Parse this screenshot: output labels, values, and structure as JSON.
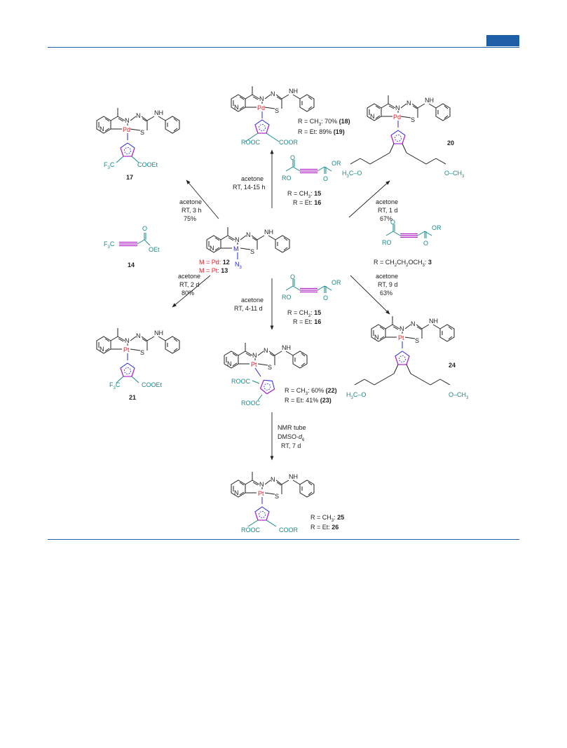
{
  "colors": {
    "accent_blue": "#1f5fa8",
    "metal_red": "#e0202a",
    "azide_blue": "#2a2ad0",
    "ester_teal": "#1a8a8a",
    "alkyne_purple": "#b028c8"
  },
  "atoms": {
    "N": "N",
    "S": "S",
    "NH": "H",
    "N3": "N",
    "N3_sub": "3",
    "Pd": "Pd",
    "Pt": "Pt",
    "M": "M"
  },
  "center": {
    "m_pd": "M = Pd: ",
    "m_pd_num": "12",
    "m_pt": "M = Pt: ",
    "m_pt_num": "13"
  },
  "top_product": {
    "r1": "R = CH",
    "r1_sub": "3",
    "r1_tail": ": 70% ",
    "r1_num": "(18)",
    "r2": "R = Et: 89% ",
    "r2_num": "(19)",
    "ester_left": "ROOC",
    "ester_right": "COOR"
  },
  "cpd17": {
    "num": "17",
    "cf3": "F",
    "cf3_sub": "3",
    "cf3_tail": "C",
    "ester": "COOEt"
  },
  "cpd20": {
    "num": "20",
    "ome_left": "H",
    "ome_left_sub": "3",
    "ome_left_tail": "C–O",
    "ome_right": "O–CH",
    "ome_right_sub": "3",
    "o": "O"
  },
  "cpd21": {
    "num": "21",
    "cf3": "F",
    "cf3_sub": "3",
    "cf3_tail": "C",
    "ester": "COOEt"
  },
  "cpd24": {
    "num": "24",
    "ome_left": "H",
    "ome_left_sub": "3",
    "ome_left_tail": "C–O",
    "ome_right": "O–CH",
    "ome_right_sub": "3",
    "o": "O"
  },
  "cpd22": {
    "r1": "R = CH",
    "r1_sub": "3",
    "r1_tail": ": 60% ",
    "r1_num": "(22)",
    "r2": "R = Et: 41% ",
    "r2_num": "(23)",
    "ester_top": "ROOC",
    "ester_bottom": "ROOC"
  },
  "cpd25": {
    "r1": "R = CH",
    "r1_sub": "3",
    "r1_tail": ": ",
    "r1_num": "25",
    "r2": "R = Et: ",
    "r2_num": "26",
    "ester_left": "ROOC",
    "ester_right": "COOR"
  },
  "reagent14": {
    "f3c": "F",
    "f3c_sub": "3",
    "f3c_tail": "C",
    "oet": "OEt",
    "o": "O",
    "num": "14"
  },
  "reagent15_top": {
    "ro": "RO",
    "or": "OR",
    "o": "O",
    "r1": "R = CH",
    "r1_sub": "3",
    "r1_tail": ": ",
    "r1_num": "15",
    "r2": "R = Et: ",
    "r2_num": "16"
  },
  "reagent15_bottom": {
    "ro": "RO",
    "or": "OR",
    "o": "O",
    "r1": "R = CH",
    "r1_sub": "3",
    "r1_tail": ": ",
    "r1_num": "15",
    "r2": "R = Et: ",
    "r2_num": "16"
  },
  "reagent3": {
    "ro": "RO",
    "or": "OR",
    "o": "O",
    "r1": "R = CH",
    "r1_sub1": "2",
    "r1_mid": "CH",
    "r1_sub2": "2",
    "r1_mid2": "OCH",
    "r1_sub3": "3",
    "r1_tail": ": ",
    "r1_num": "3"
  },
  "conditions": {
    "up": [
      "acetone",
      "RT, 14-15 h"
    ],
    "up_left": [
      "acetone",
      "RT, 3 h",
      "75%"
    ],
    "up_right": [
      "acetone",
      "RT, 1 d",
      "67%"
    ],
    "down_left": [
      "acetone",
      "RT, 2 d",
      "80%"
    ],
    "down": [
      "acetone",
      "RT, 4-11 d"
    ],
    "down_right": [
      "acetone",
      "RT, 9 d",
      "63%"
    ],
    "nmr": [
      "NMR tube",
      "DMSO-",
      "d",
      "6",
      "RT, 7 d"
    ]
  }
}
